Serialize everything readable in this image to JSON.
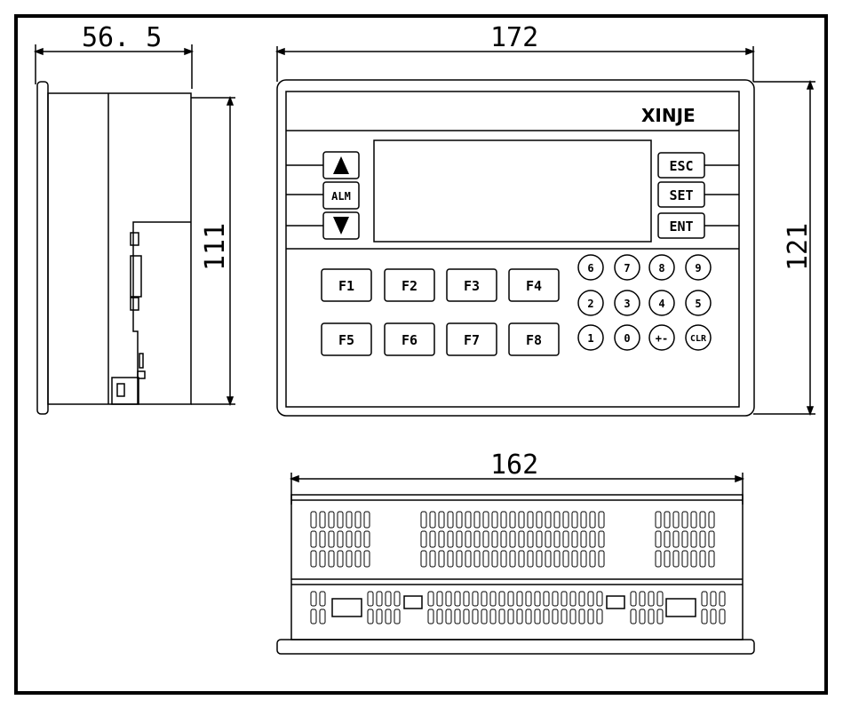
{
  "dimensions": {
    "side_depth": "56. 5",
    "front_width": "172",
    "side_height": "111",
    "front_height": "121",
    "bottom_width": "162"
  },
  "brand": "XINJE",
  "side_keys": {
    "left": [
      {
        "label": "▲",
        "icon": "arrow-up-icon"
      },
      {
        "label": "ALM"
      },
      {
        "label": "▼",
        "icon": "arrow-down-icon"
      }
    ],
    "right": [
      {
        "label": "ESC"
      },
      {
        "label": "SET"
      },
      {
        "label": "ENT"
      }
    ]
  },
  "function_keys": [
    "F1",
    "F2",
    "F3",
    "F4",
    "F5",
    "F6",
    "F7",
    "F8"
  ],
  "numeric_keys": [
    "6",
    "7",
    "8",
    "9",
    "2",
    "3",
    "4",
    "5",
    "1",
    "0",
    "+-",
    "CLR"
  ],
  "colors": {
    "line": "#000000",
    "background": "#ffffff"
  }
}
